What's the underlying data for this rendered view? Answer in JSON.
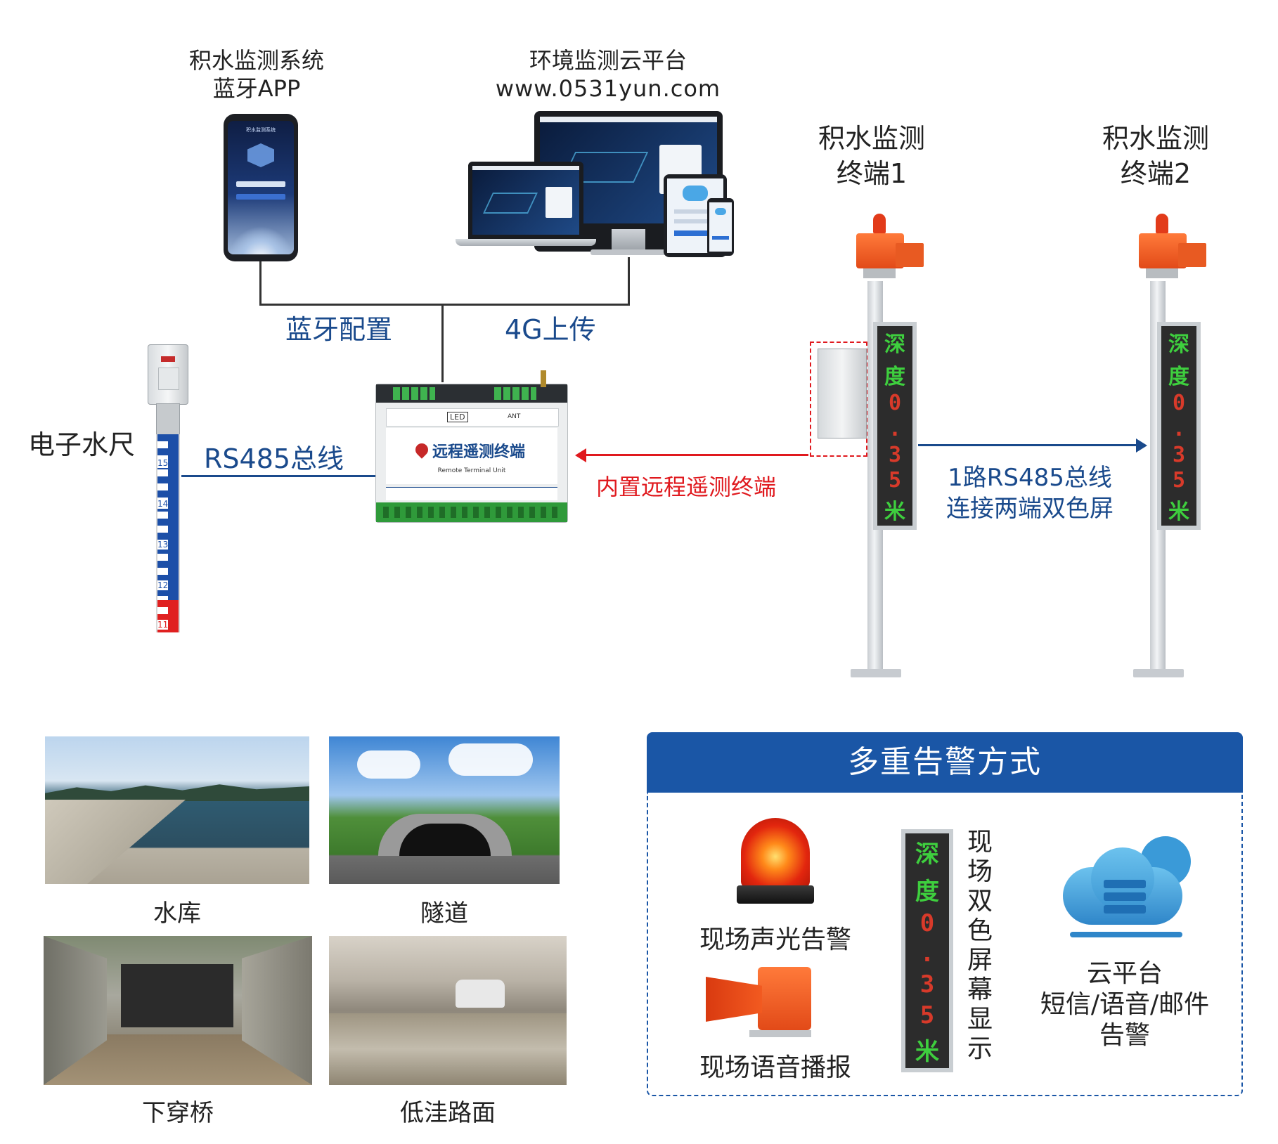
{
  "top": {
    "app_title_line1": "积水监测系统",
    "app_title_line2": "蓝牙APP",
    "cloud_title_line1": "环境监测云平台",
    "cloud_title_line2": "www.0531yun.com",
    "phone_screen_title": "积水监测系统",
    "bluetooth_label": "蓝牙配置",
    "upload_label": "4G上传"
  },
  "left": {
    "gauge_label": "电子水尺",
    "bus_label": "RS485总线",
    "gauge_marks": [
      "15",
      "14",
      "13",
      "12",
      "11"
    ]
  },
  "rtu": {
    "title": "远程遥测终端",
    "subtitle": "Remote Terminal Unit",
    "led_tag": "LED",
    "ant_tag": "ANT"
  },
  "middle": {
    "builtin_label": "内置远程遥测终端"
  },
  "terminals": [
    {
      "line1": "积水监测",
      "line2": "终端1"
    },
    {
      "line1": "积水监测",
      "line2": "终端2"
    }
  ],
  "bus_right": {
    "line1": "1路RS485总线",
    "line2": "连接两端双色屏"
  },
  "led_chars": [
    "深",
    "度",
    "0",
    ".",
    "3",
    "5",
    "米"
  ],
  "scenes": [
    {
      "label": "水库"
    },
    {
      "label": "隧道"
    },
    {
      "label": "下穿桥"
    },
    {
      "label": "低洼路面"
    }
  ],
  "alarms": {
    "title": "多重告警方式",
    "light_label": "现场声光告警",
    "voice_label": "现场语音播报",
    "screen_label_chars": [
      "现",
      "场",
      "双",
      "色",
      "屏",
      "幕",
      "显",
      "示"
    ],
    "cloud_line1": "云平台",
    "cloud_line2": "短信/语音/邮件",
    "cloud_line3": "告警"
  },
  "colors": {
    "brand_blue": "#1a4a8c",
    "alert_red": "#e0191e",
    "led_green": "#3ecf3e",
    "led_red": "#d83a2a"
  }
}
